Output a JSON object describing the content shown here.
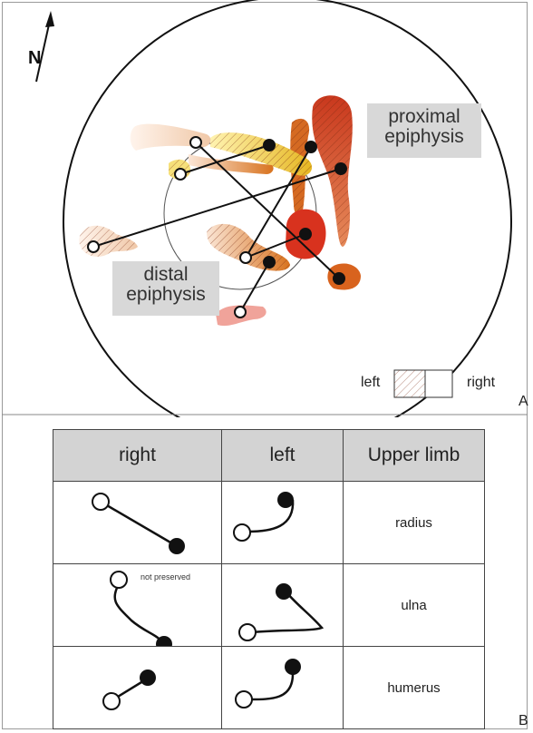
{
  "north_label": "N",
  "labels": {
    "proximal": [
      "proximal",
      "epiphysis"
    ],
    "distal": [
      "distal",
      "epiphysis"
    ]
  },
  "legend": {
    "left": "left",
    "right": "right"
  },
  "panels": {
    "a": "A",
    "b": "B"
  },
  "table": {
    "headers": [
      "right",
      "left",
      "Upper limb"
    ],
    "rows": [
      {
        "name": "radius",
        "note": ""
      },
      {
        "name": "ulna",
        "note": "not preserved"
      },
      {
        "name": "humerus",
        "note": ""
      }
    ]
  },
  "colors": {
    "dark_red": "#cc3b1f",
    "orange": "#d8731f",
    "yellow": "#f2cf3a",
    "pale": "#f6d6c1",
    "pink": "#ee9f96"
  }
}
